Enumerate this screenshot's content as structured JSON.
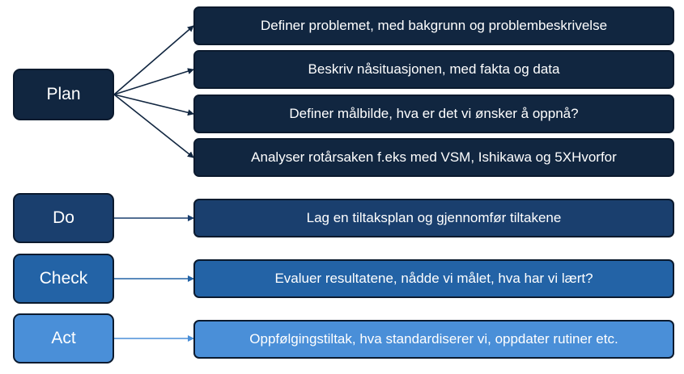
{
  "stages": [
    {
      "key": "plan",
      "label": "Plan",
      "color": "#112640",
      "steps": [
        "Definer problemet, med bakgrunn og problembeskrivelse",
        "Beskriv nåsituasjonen, med fakta og data",
        "Definer målbilde, hva er det vi ønsker å oppnå?",
        "Analyser rotårsaken f.eks med VSM, Ishikawa og 5XHvorfor"
      ]
    },
    {
      "key": "do",
      "label": "Do",
      "color": "#1a3f6e",
      "steps": [
        "Lag en tiltaksplan og gjennomfør tiltakene"
      ]
    },
    {
      "key": "check",
      "label": "Check",
      "color": "#2363a6",
      "steps": [
        "Evaluer resultatene, nådde vi målet, hva har vi lært?"
      ]
    },
    {
      "key": "act",
      "label": "Act",
      "color": "#4a8fd8",
      "steps": [
        "Oppfølgingstiltak, hva standardiserer vi, oppdater rutiner etc."
      ]
    }
  ]
}
